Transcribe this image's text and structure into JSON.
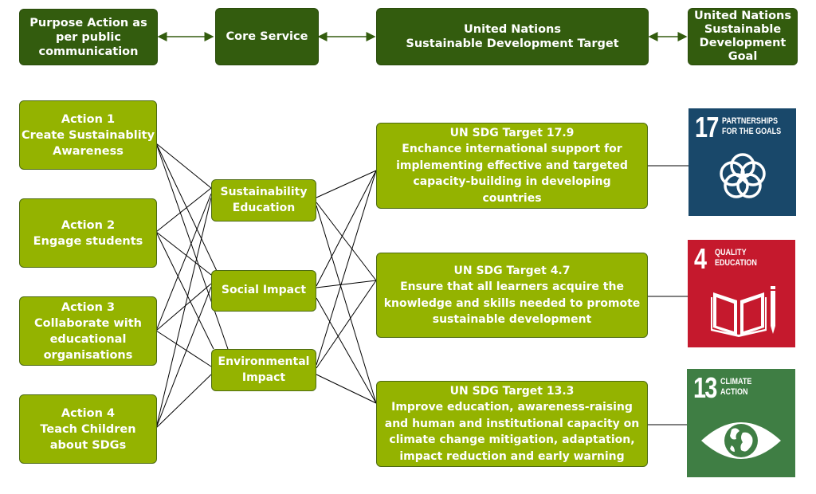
{
  "header": {
    "purpose": "Purpose Action as\nper public\ncommunication",
    "core": "Core Service",
    "target": "United Nations\nSustainable Development Target",
    "goal": "United Nations\nSustainable\nDevelopment\nGoal"
  },
  "actions": [
    {
      "label": "Action 1\nCreate Sustainablity\nAwareness"
    },
    {
      "label": "Action 2\nEngage students"
    },
    {
      "label": "Action 3\nCollaborate with\neducational\norganisations"
    },
    {
      "label": "Action 4\nTeach Children\nabout SDGs"
    }
  ],
  "core_services": [
    {
      "label": "Sustainability\nEducation"
    },
    {
      "label": "Social Impact"
    },
    {
      "label": "Environmental\nImpact"
    }
  ],
  "targets": [
    {
      "label": "UN SDG Target 17.9\nEnchance international support for\nimplementing effective and targeted\ncapacity-building in developing\ncountries"
    },
    {
      "label": "UN SDG Target 4.7\nEnsure that all learners acquire the\nknowledge and skills needed to promote\nsustainable development"
    },
    {
      "label": "UN SDG Target 13.3\nImprove education, awareness-raising\nand human and institutional capacity on\nclimate change mitigation, adaptation,\nimpact reduction and early warning"
    }
  ],
  "goals": [
    {
      "number": "17",
      "name": "PARTNERSHIPS\nFOR THE GOALS",
      "color": "#19486a",
      "icon": "interlocking-rings-icon"
    },
    {
      "number": "4",
      "name": "QUALITY\nEDUCATION",
      "color": "#c5192d",
      "icon": "book-pencil-icon"
    },
    {
      "number": "13",
      "name": "CLIMATE\nACTION",
      "color": "#3f7e44",
      "icon": "eye-globe-icon"
    }
  ],
  "colors": {
    "header": "#335c0e",
    "box": "#94b300",
    "connector": "#000000"
  }
}
